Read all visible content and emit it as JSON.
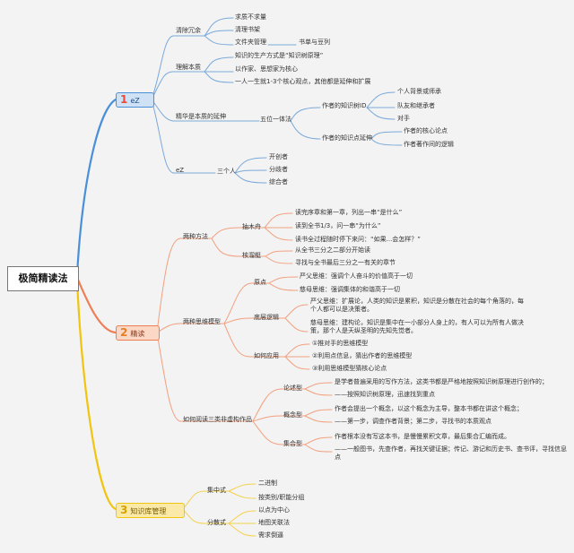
{
  "root": "极简精读法",
  "colors": {
    "branch1": "#4a90d9",
    "branch2": "#ee7f55",
    "branch3": "#f1c40f",
    "sub1": "#7aa9da",
    "sub2": "#f2a07f",
    "sub3": "#f3d24e"
  },
  "b1": {
    "num": "1",
    "label": "eZ",
    "s1": {
      "label": "清除冗余",
      "items": [
        "求质不求量",
        "清理书架",
        "文件夹管理"
      ],
      "extra": "书单与豆列"
    },
    "s2": {
      "label": "理解本质",
      "items": [
        "知识的生产方式是“知识树原理”",
        "以作家、思想家为核心",
        "一人一生就1-3个核心观点，其他都是延伸和扩展"
      ]
    },
    "s3": {
      "label": "精华是本质的延伸",
      "mid": "五位一体法",
      "a": {
        "label": "作者的知识树ID",
        "items": [
          "个人背景或师承",
          "队友和继承者",
          "对手"
        ]
      },
      "b": {
        "label": "作者的知识点延伸",
        "items": [
          "作者的核心论点",
          "作者著作间的逻辑"
        ]
      }
    },
    "s4": {
      "label": "eZ",
      "mid": "三个人",
      "items": [
        "开创者",
        "分歧者",
        "综合者"
      ]
    }
  },
  "b2": {
    "num": "2",
    "label": "精读",
    "s1": {
      "label": "两种方法",
      "a": {
        "label": "抽木舟",
        "items": [
          "读完序章和第一章，列出一串“是什么”",
          "读到全书1/3，问一串“为什么”",
          "读书全过程随时停下来问：“如果...会怎样？”"
        ]
      },
      "b": {
        "label": "核溜艇",
        "items": [
          "从全书三分之二部分开始读",
          "寻找与全书最后三分之一有关的章节"
        ]
      }
    },
    "s2": {
      "label": "两种思维模型",
      "a": {
        "label": "原点",
        "items": [
          "严父思维：强调个人奋斗的价值高于一切",
          "慈母思维：强调集体的和谐高于一切"
        ]
      },
      "b": {
        "label": "底层逻辑",
        "items": [
          "严父思维：扩展论，人类的知识是累积，知识是分散在社会的每个角落的，每个人都可以是决策者。",
          "慈母思维：建构论，知识是集中在一小部分人身上的，有人可以为所有人做决策，那个人是天纵圣明的先知先觉者。"
        ]
      },
      "c": {
        "label": "如何应用",
        "items": [
          "①推对手的思维模型",
          "②利用点信息，猜出作者的思维模型",
          "③利用思维模型猜核心论点"
        ]
      }
    },
    "s3": {
      "label": "如何阅读三类非虚构作品",
      "a": {
        "label": "论述型",
        "items": [
          "是学者普遍采用的写作方法，这类书都是严格地按照知识树原理进行创作的；",
          "——按照知识树原理，迅速找到重点"
        ]
      },
      "b": {
        "label": "概念型",
        "items": [
          "作者会提出一个概念，以这个概念为主导，整本书都在讲这个概念；",
          "——第一步，调查作者背景；第二步，寻找书的本质观点"
        ]
      },
      "c": {
        "label": "集合型",
        "items": [
          "作者根本没有写这本书，是慢慢累积文章，最后集合汇编而成。",
          "——一般图书，先查作者，再找关键证据；传记、游记和历史书、查书评，寻找信息点"
        ]
      }
    }
  },
  "b3": {
    "num": "3",
    "label": "知识库管理",
    "s1": {
      "label": "集中式",
      "items": [
        "二进制",
        "按类别/职能分组"
      ]
    },
    "s2": {
      "label": "分散式",
      "items": [
        "以点为中心",
        "地图关联法",
        "需求倒逼"
      ]
    }
  }
}
